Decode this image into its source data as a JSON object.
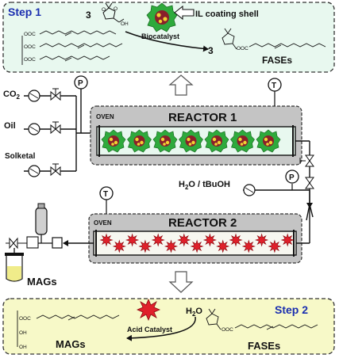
{
  "step1": {
    "title": "Step 1",
    "coefficient_left": "3",
    "coefficient_right": "3",
    "shell_label": "IL coating shell",
    "catalyst_label": "Biocatalyst",
    "product_label": "FASEs",
    "ester_prefix": "OOC"
  },
  "feeds": {
    "co2": "CO",
    "co2_sub": "2",
    "oil": "Oil",
    "solketal": "Solketal",
    "water_tbuoh": "H",
    "water_sub": "2",
    "water_rest": "O / tBuOH"
  },
  "reactor1": {
    "oven_label": "OVEN",
    "title": "REACTOR 1",
    "enzyme_count": 7
  },
  "reactor2": {
    "oven_label": "OVEN",
    "title": "REACTOR 2",
    "star_count": 15
  },
  "instruments": {
    "pressure": "P",
    "temperature": "T"
  },
  "outlet": {
    "product_label": "MAGs"
  },
  "step2": {
    "title": "Step 2",
    "water": "H",
    "water_sub": "2",
    "water_o": "O",
    "catalyst_label": "Acid Catalyst",
    "product_left": "MAGs",
    "product_right": "FASEs",
    "ester_prefix": "OOC",
    "oh_label": "OH"
  },
  "colors": {
    "step_box_fill": "#e8f8ef",
    "step_box_stroke": "#333333",
    "title_blue": "#1b2fb0",
    "oven_fill": "#c4c4c4",
    "tube_fill": "#e8f8ef",
    "enzyme_green": "#2eaa3c",
    "enzyme_core": "#8a1f2a",
    "enzyme_yellow": "#f2d233",
    "star_red": "#e0202a",
    "mags_liquid": "#f0ec8a",
    "step2_fill": "#f7f9c8"
  }
}
